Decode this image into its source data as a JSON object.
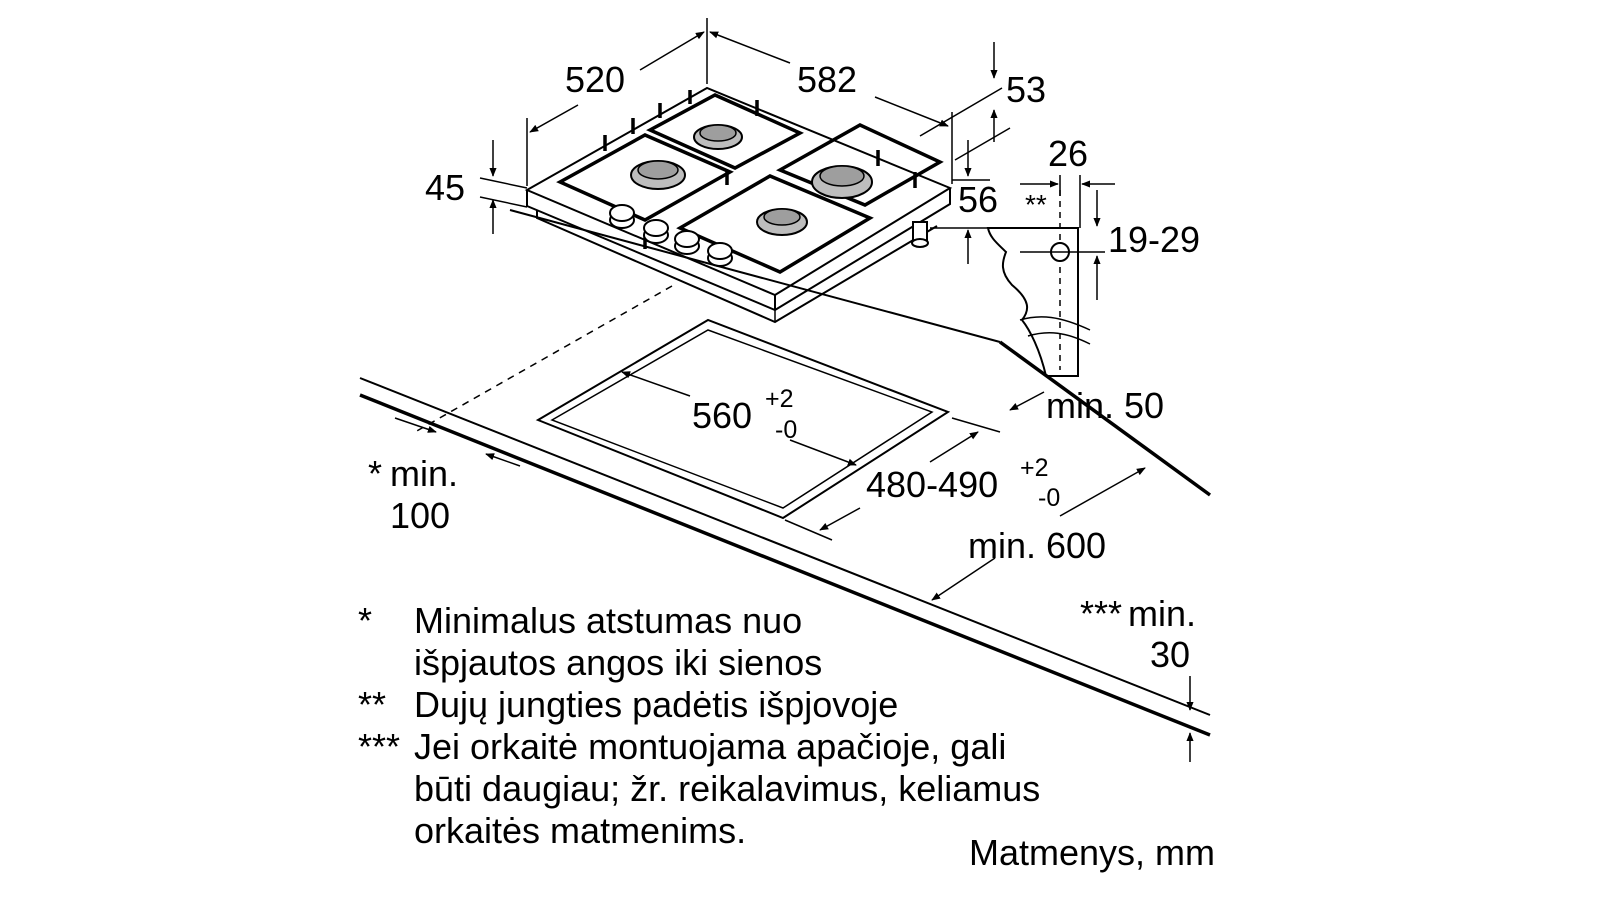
{
  "dimensions": {
    "hob_depth": "520",
    "hob_width": "582",
    "side_offset": "53",
    "hob_height": "45",
    "foot_height": "56",
    "gas_connection_offset": "26",
    "gas_marker": "**",
    "gas_connection_height": "19-29",
    "cutout_width": "560",
    "cutout_width_tol_plus": "+2",
    "cutout_width_tol_minus": "-0",
    "cutout_depth": "480-490",
    "cutout_depth_tol_plus": "+2",
    "cutout_depth_tol_minus": "-0",
    "wall_clearance_marker": "*",
    "wall_clearance_label": "min.",
    "wall_clearance_value": "100",
    "rear_clearance": "min. 50",
    "worktop_depth": "min. 600",
    "oven_clearance_marker": "***",
    "oven_clearance_label": "min.",
    "oven_clearance_value": "30"
  },
  "notes": [
    {
      "mark": "*",
      "lines": [
        "Minimalus atstumas nuo",
        "išpjautos angos iki sienos"
      ]
    },
    {
      "mark": "**",
      "lines": [
        "Dujų jungties padėtis išpjovoje"
      ]
    },
    {
      "mark": "***",
      "lines": [
        "Jei orkaitė montuojama apačioje, gali",
        "būti daugiau; žr. reikalavimus, keliamus",
        "orkaitės matmenims."
      ]
    }
  ],
  "units_label": "Matmenys, mm"
}
